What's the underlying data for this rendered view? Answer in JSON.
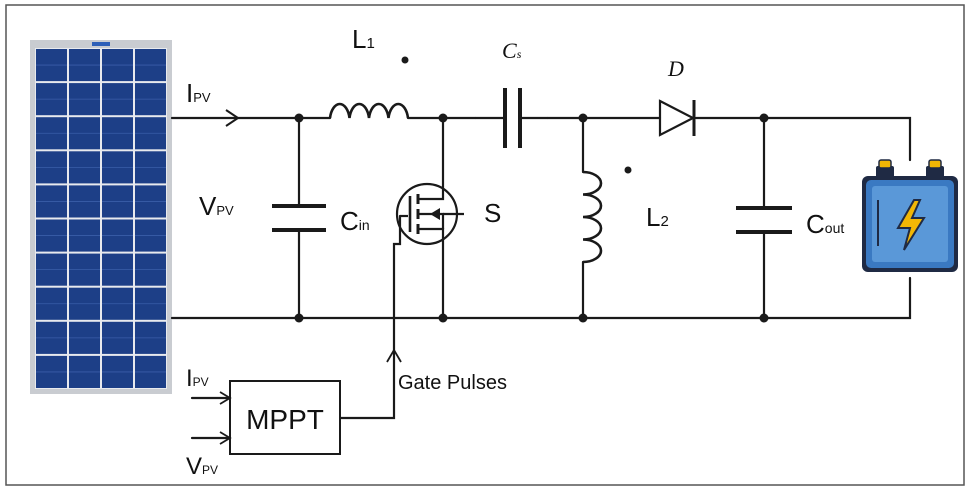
{
  "labels": {
    "i_pv": {
      "main": "I",
      "sub": "PV"
    },
    "v_pv": {
      "main": "V",
      "sub": "PV"
    },
    "l1": {
      "main": "L",
      "sub": "1"
    },
    "c_in": {
      "main": "C",
      "sub": "in"
    },
    "s": "S",
    "c_s": {
      "main": "C",
      "sub": "s"
    },
    "d": "D",
    "l2": {
      "main": "L",
      "sub": "2"
    },
    "c_out": {
      "main": "C",
      "sub": "out"
    },
    "mppt_i_pv": {
      "main": "I",
      "sub": "PV"
    },
    "mppt_v_pv": {
      "main": "V",
      "sub": "PV"
    },
    "mppt": "MPPT",
    "gate_pulses": "Gate Pulses"
  },
  "icons": {
    "solar_panel": "solar-panel-icon",
    "battery": "battery-icon"
  },
  "colors": {
    "wire": "#1a1a1a",
    "panel_cell": "#1d3f87",
    "panel_frame": "#c9ccd1",
    "battery_body": "#3a79c2",
    "battery_terminal": "#f2b705",
    "bolt": "#f2b705"
  }
}
